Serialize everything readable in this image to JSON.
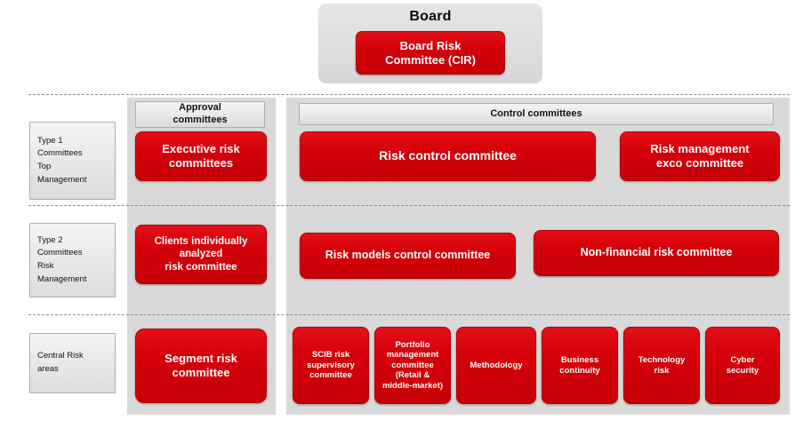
{
  "board": {
    "title": "Board",
    "committee_label": "Board Risk\nCommittee (CIR)"
  },
  "sidebar": {
    "items": [
      {
        "label": "Type 1\nCommittees\nTop\nManagement"
      },
      {
        "label": "Type 2\nCommittees\nRisk\nManagement"
      },
      {
        "label": "Central Risk\nareas"
      }
    ]
  },
  "columns": {
    "approval_header": "Approval\ncommittees",
    "control_header": "Control committees"
  },
  "rows": {
    "type1": {
      "approval": [
        {
          "label": "Executive risk\ncommittees"
        }
      ],
      "control": [
        {
          "label": "Risk control committee"
        },
        {
          "label": "Risk management\nexco committee"
        }
      ]
    },
    "type2": {
      "approval": [
        {
          "label": "Clients individually\nanalyzed\nrisk committee"
        }
      ],
      "control": [
        {
          "label": "Risk models control committee"
        },
        {
          "label": "Non-financial risk committee"
        }
      ]
    },
    "central": {
      "approval": [
        {
          "label": "Segment risk\ncommittee"
        }
      ],
      "control": [
        {
          "label": "SCIB risk\nsupervisory\ncommittee"
        },
        {
          "label": "Portfolio\nmanagement\ncommittee\n(Retail &\nmiddle-market)"
        },
        {
          "label": "Methodology"
        },
        {
          "label": "Business\ncontinuity"
        },
        {
          "label": "Technology\nrisk"
        },
        {
          "label": "Cyber\nsecurity"
        }
      ]
    }
  },
  "colors": {
    "accent_red": "#d4000a",
    "panel_grey": "#d9d9d9",
    "light_grey": "#eaeaea",
    "board_grey": "#dedede"
  }
}
